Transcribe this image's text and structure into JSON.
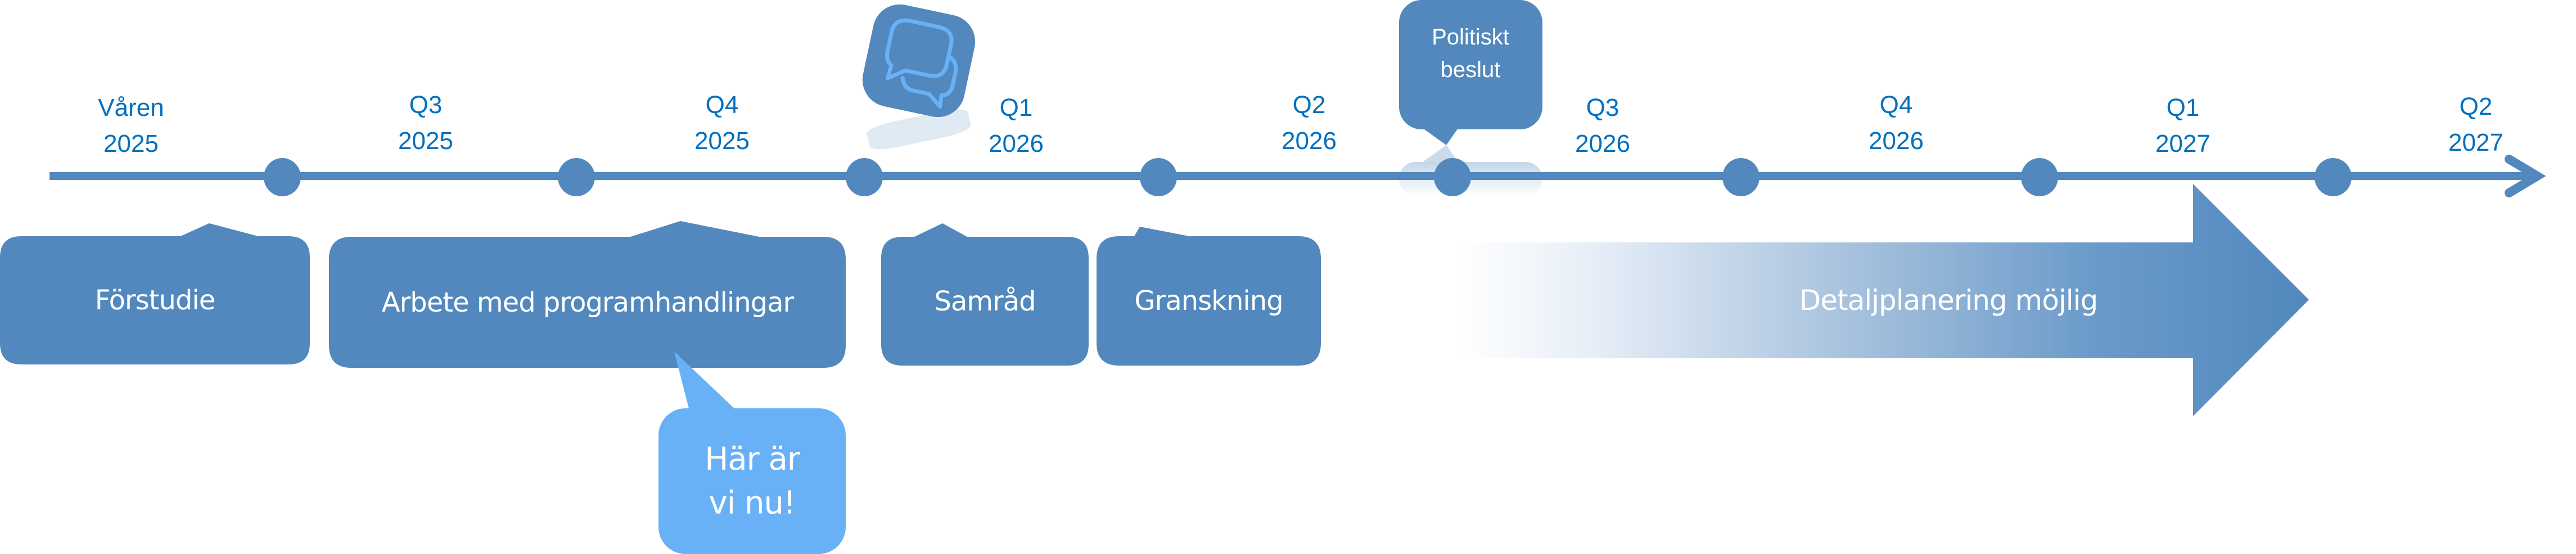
{
  "colors": {
    "primary": "#5288BD",
    "highlight": "#69B1F7",
    "label": "#0070C0",
    "text_on_shape": "#FFFFFF"
  },
  "timeline": {
    "periods": [
      {
        "line1": "Våren",
        "line2": "2025"
      },
      {
        "line1": "Q3",
        "line2": "2025"
      },
      {
        "line1": "Q4",
        "line2": "2025"
      },
      {
        "line1": "Q1",
        "line2": "2026"
      },
      {
        "line1": "Q2",
        "line2": "2026"
      },
      {
        "line1": "Q3",
        "line2": "2026"
      },
      {
        "line1": "Q4",
        "line2": "2026"
      },
      {
        "line1": "Q1",
        "line2": "2027"
      },
      {
        "line1": "Q2",
        "line2": "2027"
      }
    ],
    "milestone_count": 8
  },
  "phases": [
    {
      "label": "Förstudie"
    },
    {
      "label": "Arbete med programhandlingar"
    },
    {
      "label": "Samråd"
    },
    {
      "label": "Granskning"
    }
  ],
  "current_marker": {
    "label": "Här är vi nu!"
  },
  "decision": {
    "label": "Politiskt beslut"
  },
  "consultation_icon": {
    "icon": "chat-bubbles-icon"
  },
  "outcome_arrow": {
    "label": "Detaljplanering möjlig"
  }
}
